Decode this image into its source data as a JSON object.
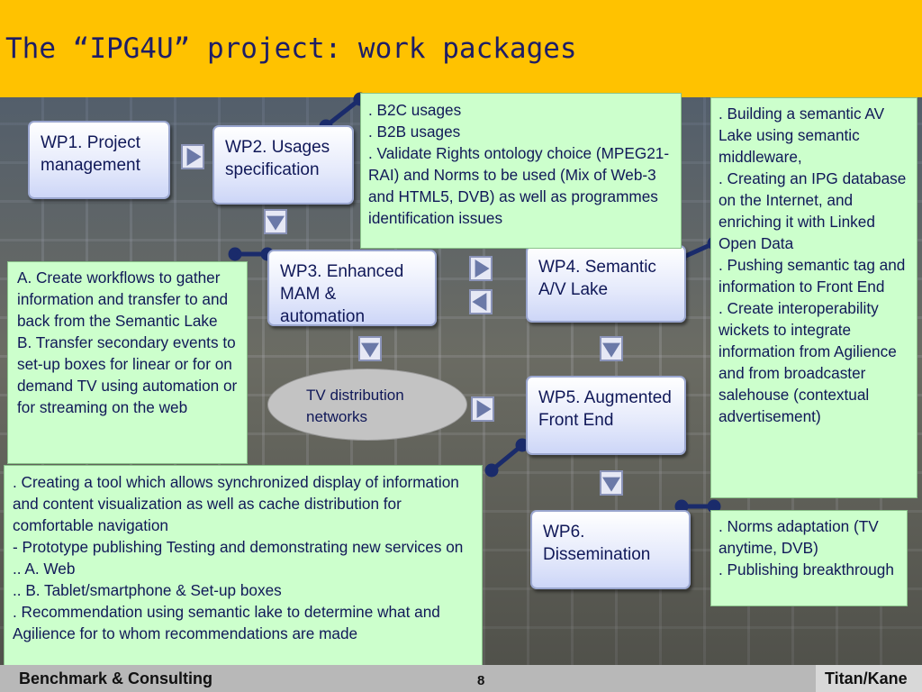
{
  "slide": {
    "title": "The “IPG4U” project: work packages",
    "footer_left": "Benchmark & Consulting",
    "page_number": "8",
    "footer_right": "Titan/Kane"
  },
  "colors": {
    "header": "#ffc200",
    "note_fill": "#ccffcc",
    "box_text": "#101858",
    "connector": "#1a2b6b"
  },
  "work_packages": {
    "wp1": "WP1. Project management",
    "wp2": "WP2. Usages specification",
    "wp3": "WP3. Enhanced MAM & automation",
    "wp4": "WP4. Semantic A/V Lake",
    "wp5": "WP5. Augmented Front End",
    "wp6": "WP6. Dissemination",
    "tv_networks": "TV distribution networks"
  },
  "notes": {
    "wp2_note": ". B2C usages\n. B2B usages\n. Validate Rights ontology choice (MPEG21-RAI) and Norms to be used (Mix of Web-3 and HTML5, DVB) as well as programmes identification issues",
    "wp3_note": "A. Create workflows to gather information and transfer to and back from the Semantic Lake\nB. Transfer secondary events to set-up boxes for linear or for on demand TV using automation or for streaming on the web",
    "wp4_note": ". Building a semantic AV Lake using semantic middleware,\n. Creating an IPG database on the Internet, and enriching it with Linked Open Data\n. Pushing semantic tag and information to Front End\n. Create interoperability wickets to integrate information from Agilience and from broadcaster salehouse (contextual advertisement)",
    "wp5_note": ". Creating a tool which allows synchronized display of information and content visualization as well as cache distribution for comfortable navigation\n- Prototype publishing Testing and demonstrating new services on\n..  A. Web\n..  B. Tablet/smartphone & Set-up boxes\n. Recommendation using semantic lake to determine what and Agilience for to whom recommendations are made",
    "wp6_note": ". Norms adaptation (TV anytime, DVB)\n. Publishing breakthrough"
  }
}
